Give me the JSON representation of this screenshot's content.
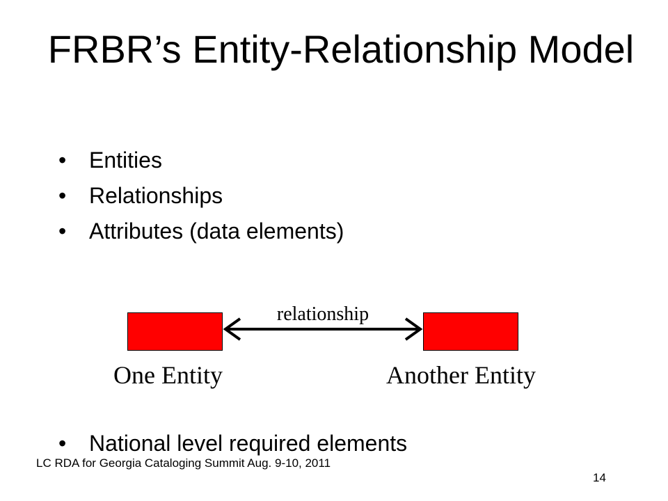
{
  "slide": {
    "title": "FRBR’s Entity-Relationship Model",
    "bullet_char": "•",
    "bullets": [
      {
        "text": "Entities"
      },
      {
        "text": "Relationships"
      },
      {
        "text": "Attributes (data elements)"
      }
    ],
    "last_bullet": "National level required elements",
    "diagram": {
      "relationship_label": "relationship",
      "left_entity_label": "One Entity",
      "right_entity_label": "Another Entity",
      "box_color": "#ff0000",
      "arrow_color": "#000000"
    },
    "footer": "LC RDA for Georgia Cataloging Summit Aug. 9-10,  2011",
    "page_number": "14"
  }
}
